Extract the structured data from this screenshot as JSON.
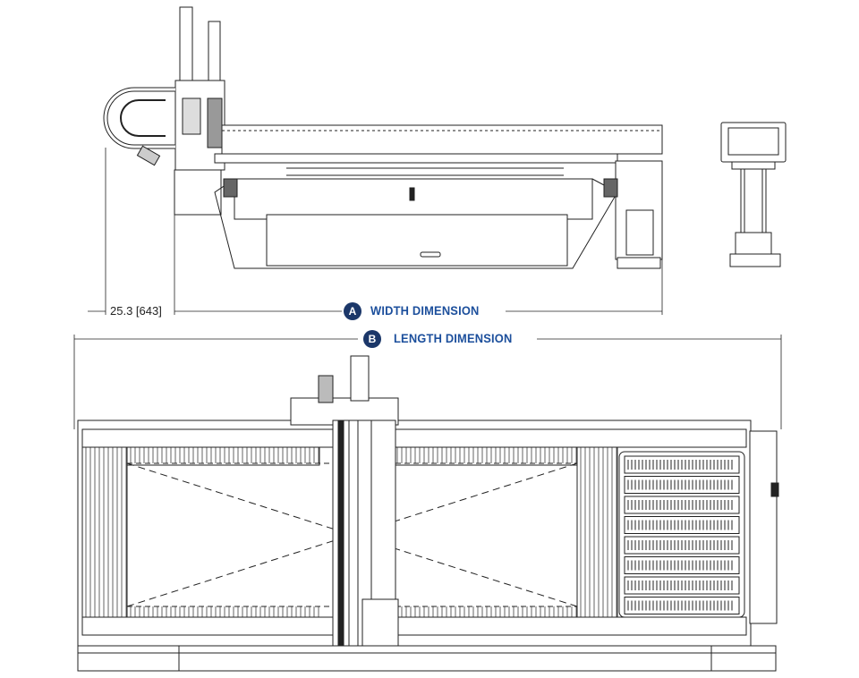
{
  "dimensions": {
    "offset_label": "25.3 [643]",
    "width": {
      "badge": "A",
      "label": "WIDTH DIMENSION"
    },
    "length": {
      "badge": "B",
      "label": "LENGTH DIMENSION"
    }
  },
  "colors": {
    "label_blue": "#1c4f9c",
    "badge_navy": "#1b3769",
    "line": "#222222"
  }
}
